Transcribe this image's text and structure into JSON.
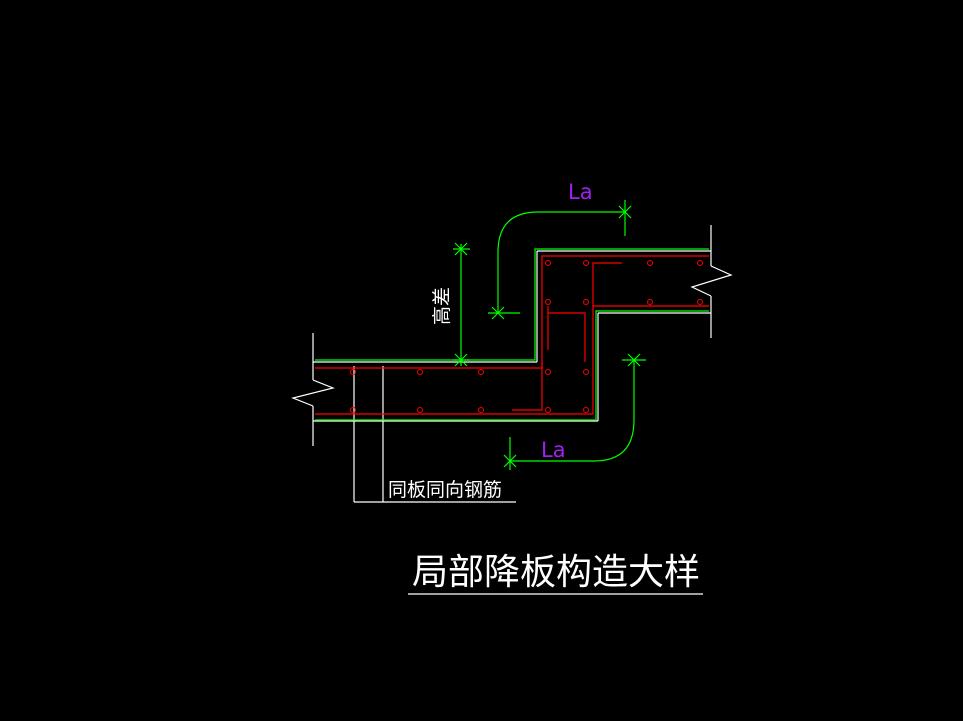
{
  "drawing": {
    "title": "局部降板构造大样",
    "labels": {
      "anchor_top": "La",
      "anchor_bottom": "La",
      "height_diff": "高差",
      "rebar_note": "同板同向钢筋"
    },
    "colors": {
      "background": "#000000",
      "outline": "#ffffff",
      "rebar": "#ff0000",
      "dimension": "#00ff00",
      "anchor_text": "#a020f0",
      "title_text": "#ffffff"
    }
  }
}
